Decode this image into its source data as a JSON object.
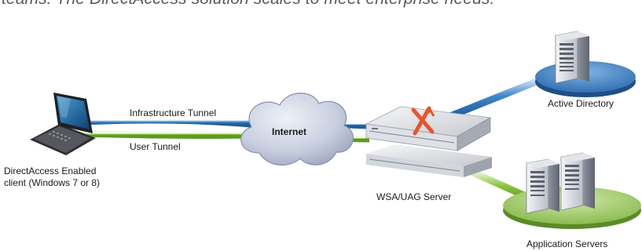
{
  "caption": "teams. The DirectAccess solution scales to meet enterprise needs.",
  "nodes": {
    "client_line1": "DirectAccess Enabled",
    "client_line2": "client (Windows 7 or 8)",
    "cloud": "Internet",
    "gateway": "WSA/UAG Server",
    "directory": "Active Directory",
    "app_servers": "Application Servers"
  },
  "links": {
    "infrastructure": "Infrastructure Tunnel",
    "user": "User Tunnel"
  },
  "colors": {
    "infrastructure_tunnel": "#3f86c8",
    "user_tunnel": "#8cc642",
    "gateway_logo": "#e8542a"
  }
}
